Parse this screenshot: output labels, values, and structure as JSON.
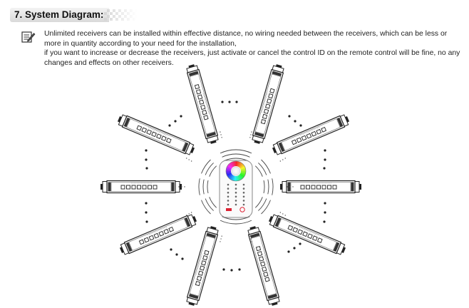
{
  "section": {
    "number": "7.",
    "title": "System Diagram:"
  },
  "note": {
    "icon": "note-pencil-icon",
    "line1": "Unlimited receivers can be installed within effective distance, no wiring needed between the receivers, which can be less or more in quantity according to your need for the installation,",
    "line2": "if you want to increase or decrease the receivers, just activate or cancel the control ID on the remote control will be fine, no any changes and effects on other receivers."
  },
  "diagram": {
    "receiver_count": 10,
    "remote": {
      "has_color_wheel": true
    }
  }
}
